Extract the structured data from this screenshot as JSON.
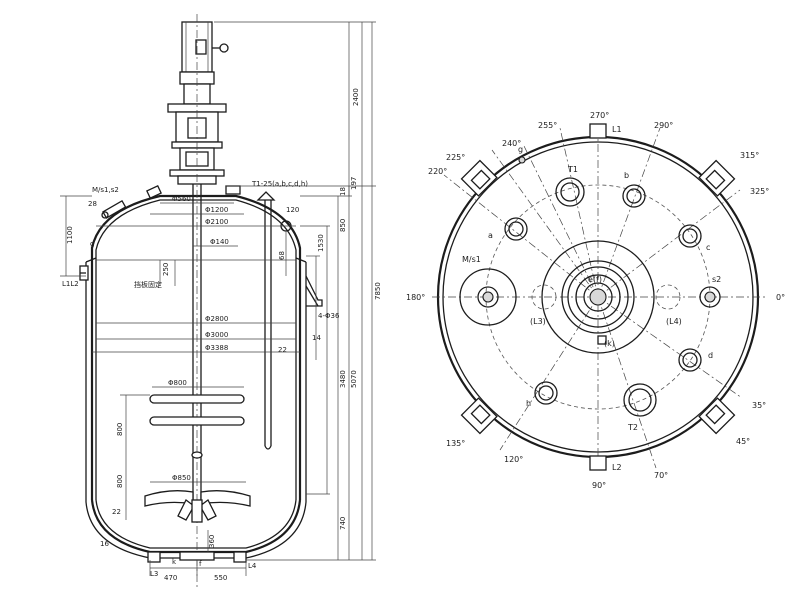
{
  "side_view": {
    "labels": {
      "motor_nozzle": "M/s1,s2",
      "top_nozzles": "T1-25(a,b,c,d,h)",
      "left_nozzle": "L1L2",
      "nozzle_g": "g",
      "nozzle_28": "28",
      "baffle_note": "挡板固定",
      "lug_note": "4-Φ36",
      "bottom_L3": "L3",
      "bottom_L4": "L4",
      "bottom_f": "f",
      "bottom_k": "k"
    },
    "diameters": {
      "d560": "Φ560",
      "d1200": "Φ1200",
      "d2100": "Φ2100",
      "d140": "Φ140",
      "d2800": "Φ2800",
      "d3000": "Φ3000",
      "d3388": "Φ3388",
      "d800": "Φ800",
      "d850": "Φ850"
    },
    "dimensions": {
      "h1100": "1100",
      "h2400": "2400",
      "h197": "197",
      "h18": "18",
      "h850": "850",
      "h1530": "1530",
      "h7850": "7850",
      "h5070": "5070",
      "h3480": "3480",
      "h740": "740",
      "h800a": "800",
      "h800b": "800",
      "h250": "250",
      "h120": "120",
      "h68": "68",
      "h14": "14",
      "h22": "22",
      "h360": "360",
      "w470": "470",
      "w550": "550",
      "t22": "22",
      "t16": "16"
    }
  },
  "top_view": {
    "angles": {
      "a270": "270°",
      "a255": "255°",
      "a240": "240°",
      "a290": "290°",
      "a225": "225°",
      "a220": "220°",
      "a315": "315°",
      "a325": "325°",
      "a180": "180°",
      "a0": "0°",
      "a135": "135°",
      "a120": "120°",
      "a90": "90°",
      "a70": "70°",
      "a35": "35°",
      "a45": "45°"
    },
    "nozzles": {
      "L1": "L1",
      "L2": "L2",
      "T1": "T1",
      "T2": "T2",
      "a": "a",
      "b": "b",
      "c": "c",
      "d": "d",
      "g": "g",
      "h": "h",
      "s2": "s2",
      "Ms1": "M/s1",
      "L3": "(L3)",
      "L4": "(L4)",
      "ef": "e(f)",
      "k": "(k)"
    }
  }
}
